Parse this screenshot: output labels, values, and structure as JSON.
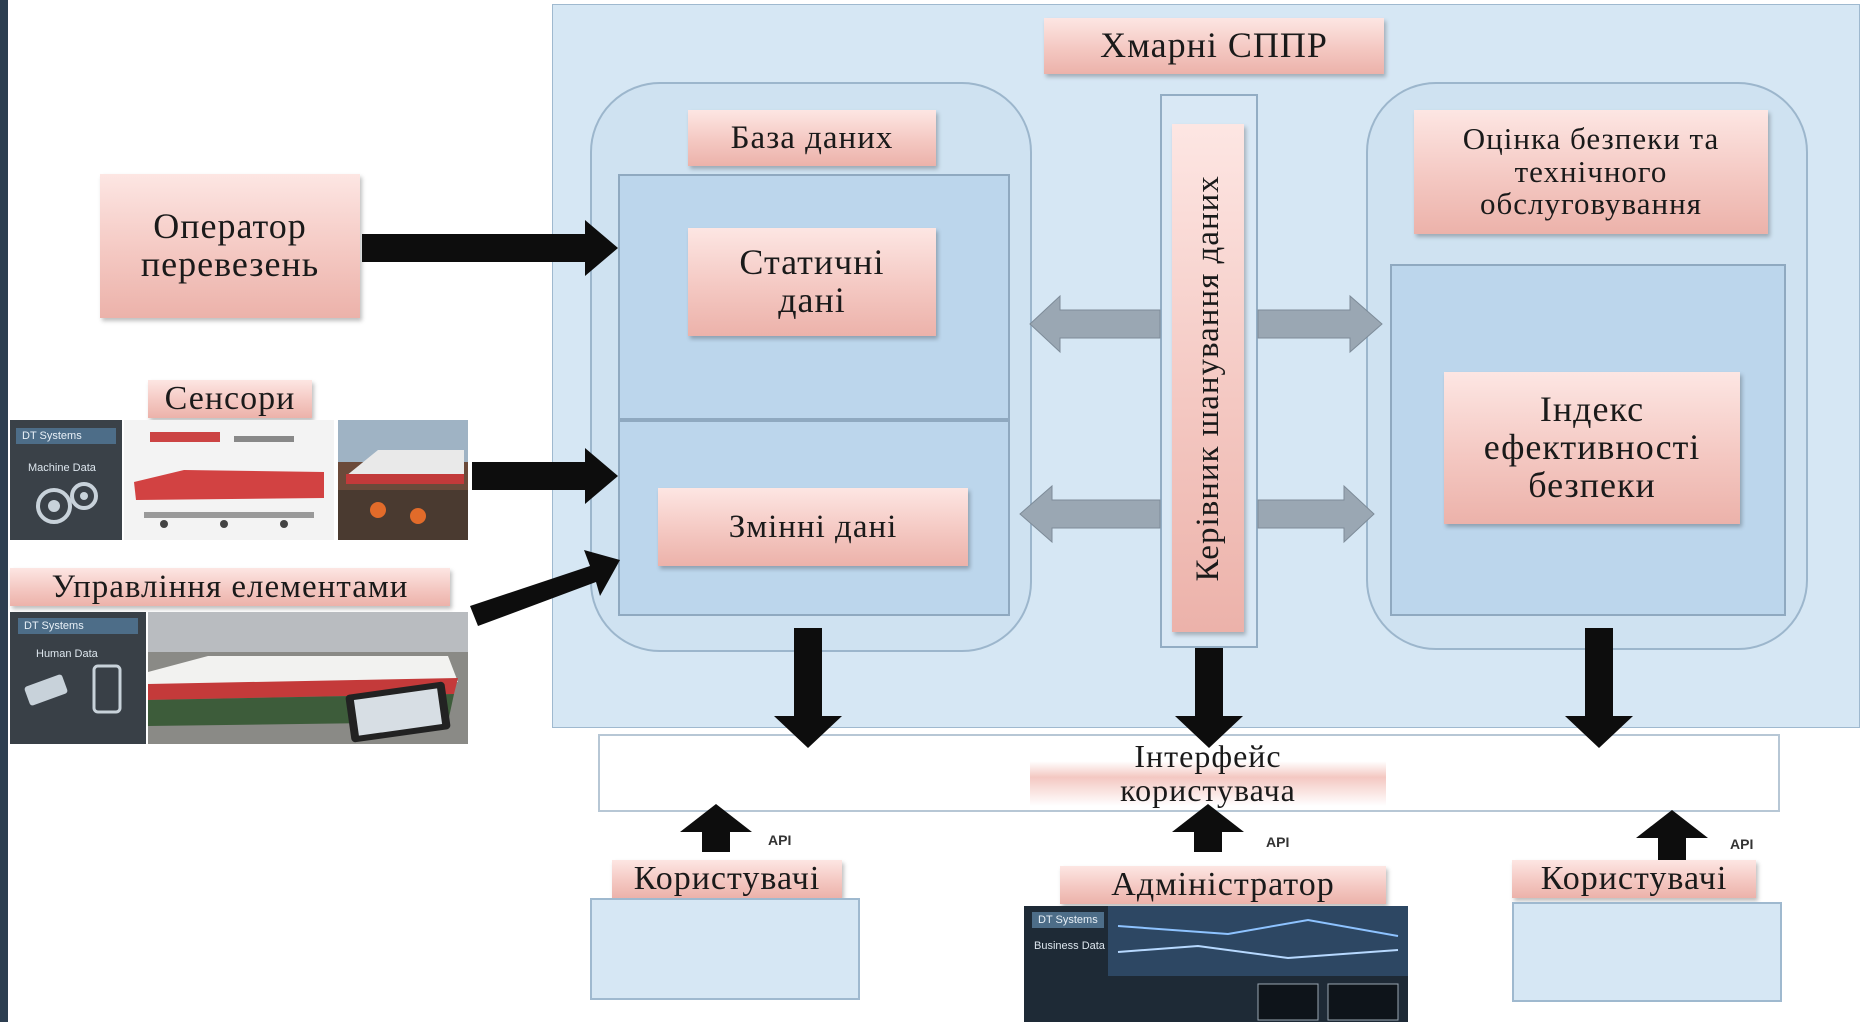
{
  "colors": {
    "cloud_bg": "#d6e7f4",
    "label_pink": "#f4c8c2",
    "arrow_dark": "#0d0d0d",
    "arrow_grey": "#9aa7b3",
    "left_strip": "#2c3e50"
  },
  "cloud": {
    "title": "Хмарні СППР"
  },
  "database": {
    "title": "База даних",
    "static_label": "Статичні\nдані",
    "variable_label": "Змінні дані"
  },
  "manager": {
    "label": "Керівник шанування даних"
  },
  "safety": {
    "title": "Оцінка безпеки та\nтехнічного\nобслуговування",
    "index_label": "Індекс\nефективності\nбезпеки"
  },
  "inputs": {
    "operator": "Оператор\nперевезень",
    "sensors": "Сенсори",
    "control": "Управління елементами"
  },
  "photo_badges": {
    "dt_systems": "DT Systems",
    "machine_data": "Machine Data",
    "human_data": "Human Data",
    "business_data": "Business Data"
  },
  "interface": {
    "label": "Інтерфейс\nкористувача"
  },
  "clients": {
    "users_left": "Користувачі",
    "admin": "Адміністратор",
    "users_right": "Користувачі",
    "api": "API"
  }
}
